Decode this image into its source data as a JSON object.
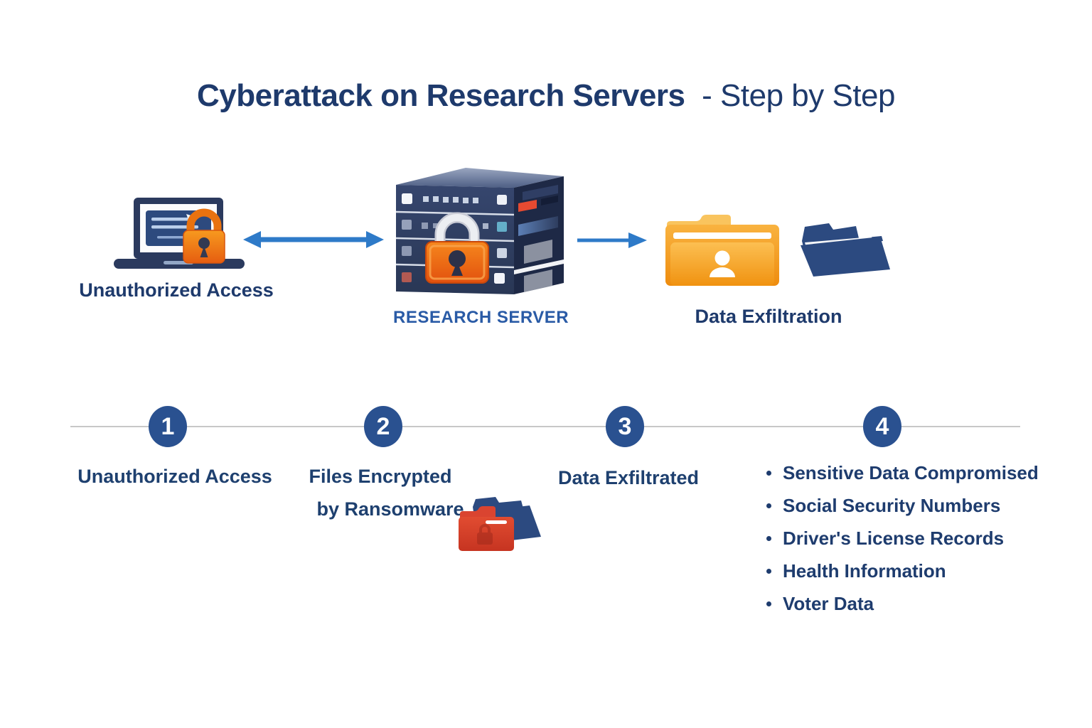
{
  "title": {
    "bold_part": "Cyberattack on Research Servers",
    "light_part": "- Step by Step"
  },
  "flow": {
    "laptop_label": "Unauthorized Access",
    "server_label": "RESEARCH SERVER",
    "folders_label": "Data Exfiltration",
    "icons": [
      "laptop-with-padlock-icon",
      "double-headed-arrow-icon",
      "server-rack-with-padlock-icon",
      "right-arrow-icon",
      "folder-with-user-icon",
      "open-folder-icon"
    ]
  },
  "timeline": {
    "steps": [
      {
        "number": "1",
        "label": "Unauthorized Access"
      },
      {
        "number": "2",
        "label": "Files Encrypted",
        "label2": "by Ransomware"
      },
      {
        "number": "3",
        "label": "Data Exfiltrated"
      },
      {
        "number": "4",
        "bullets": [
          "Sensitive Data Compromised",
          "Social Security Numbers",
          "Driver's License Records",
          "Health Information",
          "Voter Data"
        ]
      }
    ]
  },
  "colors": {
    "navy_text": "#1e3a6c",
    "server_label_blue": "#2a5ba6",
    "circle_blue": "#2a5190",
    "arrow_blue": "#2e7ac8",
    "timeline_gray": "#c8c8c8",
    "padlock_orange": "#ee7a16",
    "folder_orange": "#f4a31f",
    "folder_blue": "#2c4a80",
    "folder_red": "#d6402c",
    "server_navy": "#2e3d60"
  }
}
